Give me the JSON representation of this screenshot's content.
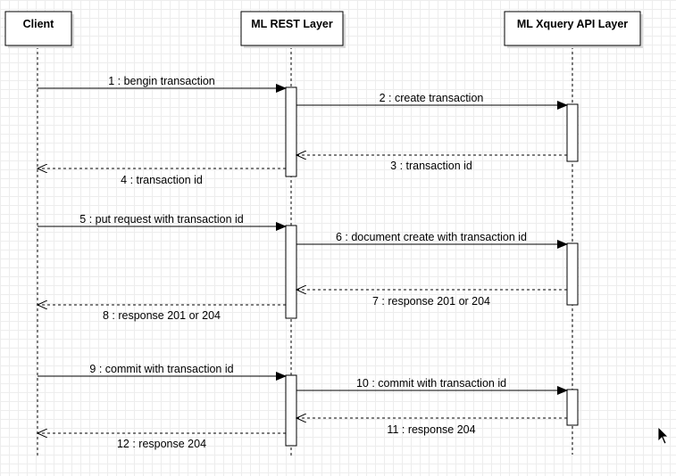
{
  "participants": [
    {
      "id": "client",
      "name": "Client"
    },
    {
      "id": "rest",
      "name": "ML REST Layer"
    },
    {
      "id": "xquery",
      "name": "ML Xquery API Layer"
    }
  ],
  "messages": [
    {
      "label": "1 : bengin transaction",
      "from": "client",
      "to": "rest",
      "kind": "call"
    },
    {
      "label": "2 : create transaction",
      "from": "rest",
      "to": "xquery",
      "kind": "call"
    },
    {
      "label": "3 : transaction id",
      "from": "xquery",
      "to": "rest",
      "kind": "return"
    },
    {
      "label": "4 : transaction id",
      "from": "rest",
      "to": "client",
      "kind": "return"
    },
    {
      "label": "5 : put request with transaction id",
      "from": "client",
      "to": "rest",
      "kind": "call"
    },
    {
      "label": "6 : document create with transaction id",
      "from": "rest",
      "to": "xquery",
      "kind": "call"
    },
    {
      "label": "7 : response 201 or 204",
      "from": "xquery",
      "to": "rest",
      "kind": "return"
    },
    {
      "label": "8 : response 201 or 204",
      "from": "rest",
      "to": "client",
      "kind": "return"
    },
    {
      "label": "9 : commit with transaction id",
      "from": "client",
      "to": "rest",
      "kind": "call"
    },
    {
      "label": "10 : commit with transaction id",
      "from": "rest",
      "to": "xquery",
      "kind": "call"
    },
    {
      "label": "11 : response 204",
      "from": "xquery",
      "to": "rest",
      "kind": "return"
    },
    {
      "label": "12 : response 204",
      "from": "rest",
      "to": "client",
      "kind": "return"
    }
  ],
  "colors": {
    "line": "#000000",
    "box_fill": "#ffffff",
    "shadow": "#d9d9d9",
    "grid": "#ededed"
  },
  "icons": {
    "cursor": "mouse-pointer-icon"
  }
}
